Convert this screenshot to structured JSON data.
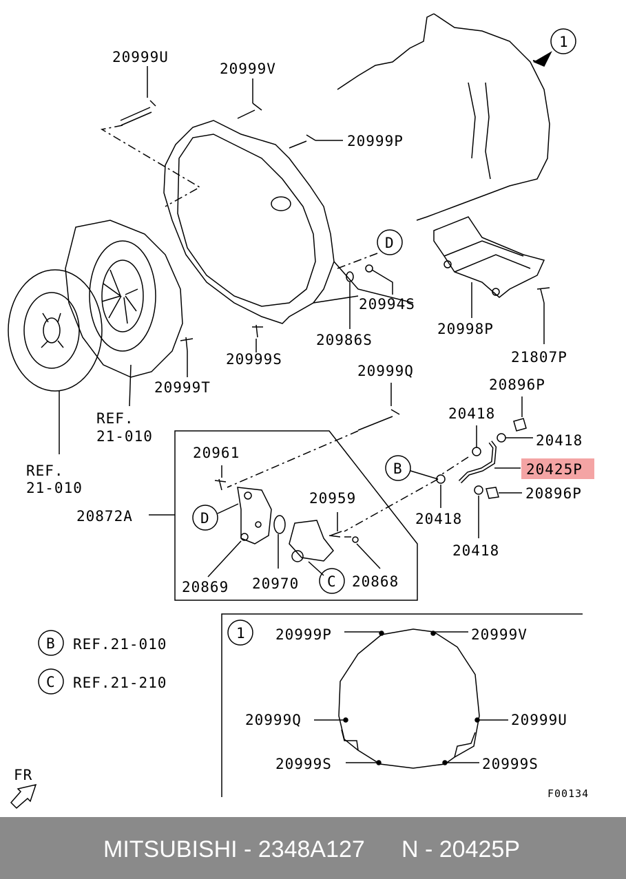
{
  "labels": {
    "l_20999U": "20999U",
    "l_20999V": "20999V",
    "l_20999P": "20999P",
    "l_20994S": "20994S",
    "l_20986S": "20986S",
    "l_20998P": "20998P",
    "l_21807P": "21807P",
    "l_20999S": "20999S",
    "l_20999T": "20999T",
    "l_ref_a1": "REF.",
    "l_ref_a2": "21-010",
    "l_ref_b1": "REF.",
    "l_ref_b2": "21-010",
    "l_20999Q": "20999Q",
    "l_20896P_top": "20896P",
    "l_20418_a": "20418",
    "l_20418_b": "20418",
    "l_20425P": "20425P",
    "l_20896P_bot": "20896P",
    "l_20418_c": "20418",
    "l_20418_d": "20418",
    "l_20961": "20961",
    "l_20872A": "20872A",
    "l_20959": "20959",
    "l_20869": "20869",
    "l_20970": "20970",
    "l_20868": "20868",
    "callout_1_top": "1",
    "callout_D_top": "D",
    "callout_D_box": "D",
    "callout_B": "B",
    "callout_C_box": "C",
    "legend_B_letter": "B",
    "legend_B_ref": "REF.21-010",
    "legend_C_letter": "C",
    "legend_C_ref": "REF.21-210",
    "inset_1": "1",
    "inset_20999P": "20999P",
    "inset_20999V": "20999V",
    "inset_20999Q": "20999Q",
    "inset_20999U": "20999U",
    "inset_20999S_left": "20999S",
    "inset_20999S_right": "20999S",
    "fr": "FR",
    "figure_code": "F00134"
  },
  "highlight_color": "#f4a4a4",
  "footer": {
    "brand": "MITSUBISHI - 2348A127",
    "part": "N - 20425P",
    "background": "#8a8a8a"
  }
}
